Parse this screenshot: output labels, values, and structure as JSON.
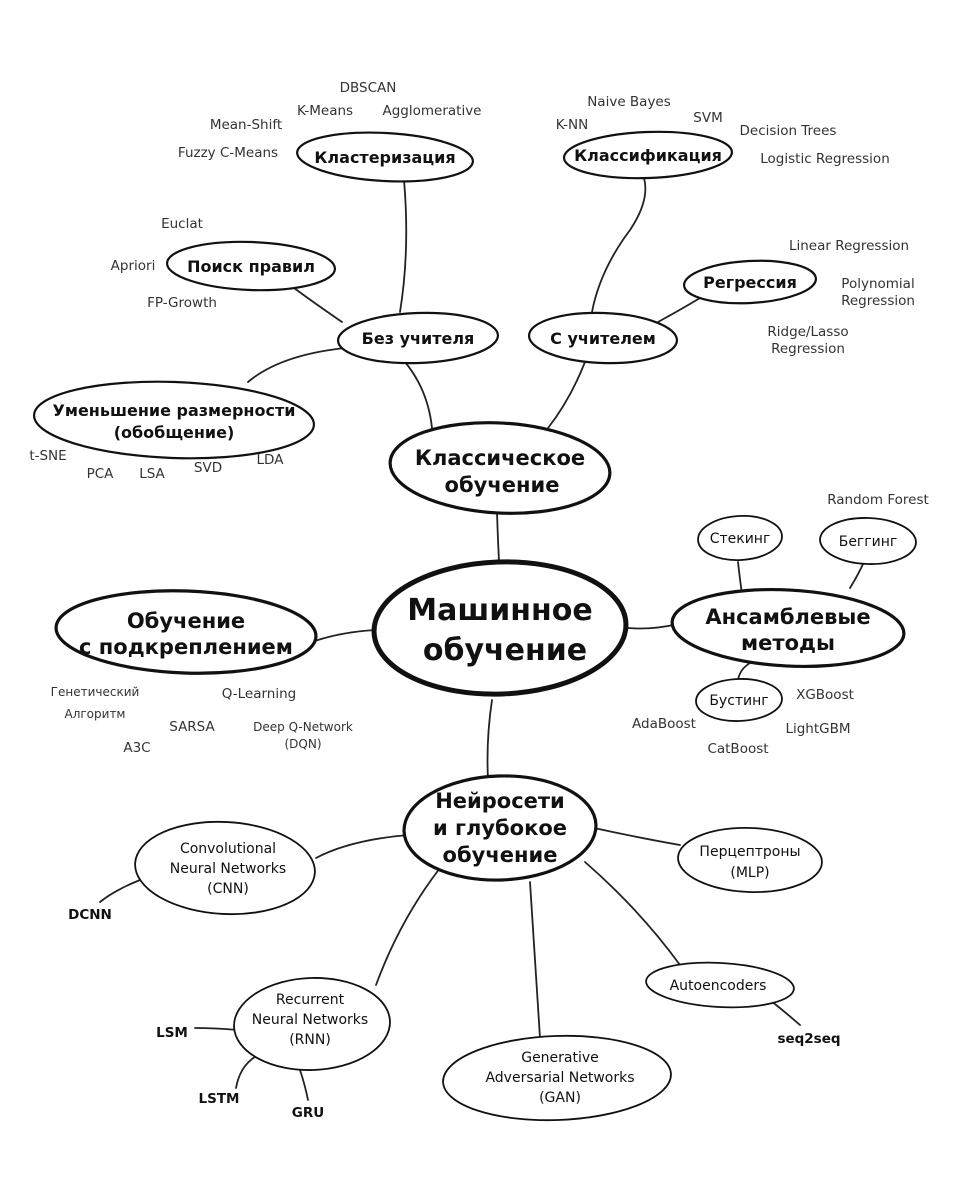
{
  "nodes": {
    "root": "Машинное обучение",
    "classical": "Классическое обучение",
    "unsupervised": "Без учителя",
    "supervised": "С учителем",
    "clustering": "Кластеризация",
    "classification": "Классификация",
    "rules": "Поиск правил",
    "regression": "Регрессия",
    "dimreduction": "Уменьшение размерности (обобщение)",
    "reinforcement": "Обучение с подкреплением",
    "ensembles": "Ансамблевые методы",
    "stacking": "Стекинг",
    "bagging": "Беггинг",
    "boosting": "Бустинг",
    "neural": "Нейросети и глубокое обучение",
    "cnn": "Convolutional Neural Networks (CNN)",
    "mlp": "Перцептроны (MLP)",
    "autoencoders": "Autoencoders",
    "rnn": "Recurrent Neural Networks (RNN)",
    "gan": "Generative Adversarial Networks (GAN)"
  },
  "leaves": {
    "clustering": [
      "DBSCAN",
      "K-Means",
      "Agglomerative",
      "Mean-Shift",
      "Fuzzy C-Means"
    ],
    "classification": [
      "Naive Bayes",
      "SVM",
      "K-NN",
      "Decision Trees",
      "Logistic Regression"
    ],
    "rules": [
      "Euclat",
      "Apriori",
      "FP-Growth"
    ],
    "regression": [
      "Linear Regression",
      "Polynomial Regression",
      "Ridge/Lasso Regression"
    ],
    "dimreduction": [
      "t-SNE",
      "PCA",
      "LSA",
      "SVD",
      "LDA"
    ],
    "bagging": [
      "Random Forest"
    ],
    "boosting": [
      "XGBoost",
      "AdaBoost",
      "LightGBM",
      "CatBoost"
    ],
    "reinforcement": [
      "Генетический Алгоритм",
      "Q-Learning",
      "SARSA",
      "Deep Q-Network (DQN)",
      "A3C"
    ],
    "cnn": [
      "DCNN"
    ],
    "rnn": [
      "LSM",
      "LSTM",
      "GRU"
    ],
    "autoencoders": [
      "seq2seq"
    ]
  }
}
